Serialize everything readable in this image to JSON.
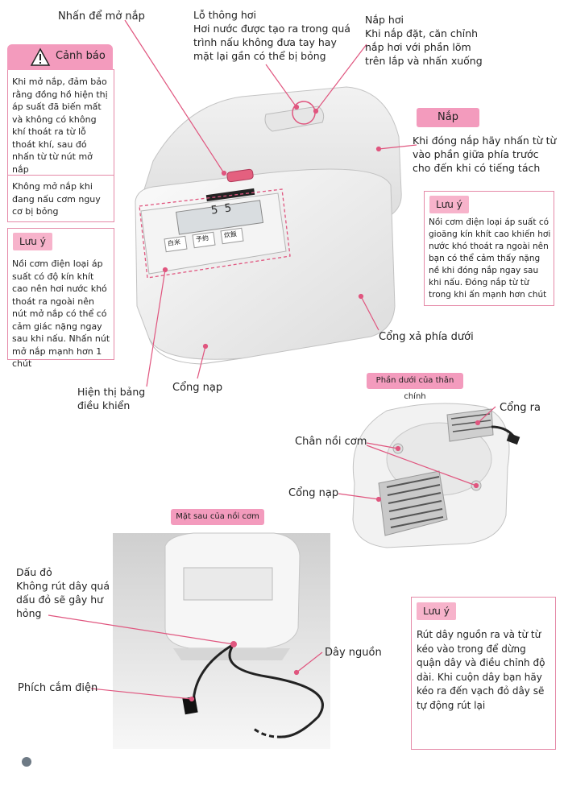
{
  "labels": {
    "open_lid": "Nhấn để mở nắp",
    "steam_vent_title": "Lỗ thông hơi",
    "steam_vent_desc": "Hơi nước được tạo ra trong quá trình nấu không đưa tay hay mặt lại gần có thể bị bỏng",
    "steam_cap_title": "Nắp hơi",
    "steam_cap_desc": "Khi nắp đặt, căn chỉnh nắp hơi với phần lõm trên lắp và nhấn xuống",
    "lid_tag": "Nắp",
    "lid_desc": "Khi đóng nắp hãy nhấn từ từ vào phần giữa phía trước cho đến khi có tiếng tách",
    "bottom_exhaust": "Cổng xả phía dưới",
    "control_panel": "Hiện thị bảng điều khiển",
    "intake_port": "Cổng nạp",
    "bottom_body_tag": "Phần dưới của thân chính",
    "outlet_port": "Cổng ra",
    "cooker_feet": "Chân nồi cơm",
    "intake_port_bottom": "Cổng nạp",
    "back_tag": "Mặt sau của nồi cơm",
    "red_mark_title": "Dấu đỏ",
    "red_mark_desc": "Không rút dây quá dấu đỏ sẽ gây hư hỏng",
    "power_cord": "Dây nguồn",
    "plug": "Phích cắm điện"
  },
  "warning_box": {
    "title": "Cảnh báo",
    "text1": "Khi mở nắp, đảm bảo rằng đồng hồ hiện thị áp suất đã biến mất và không có không khí thoát ra từ lỗ thoát khí, sau đó nhấn từ từ nút mở nắp",
    "text2": "Không mở nắp khi đang nấu cơm nguy cơ bị bỏng"
  },
  "note_left": {
    "title": "Lưu ý",
    "text": "Nồi cơm điện loại áp suất có độ kín khít cao nên hơi nước khó thoát ra ngoài nên nút mở nắp có thể có cảm giác nặng ngay sau khi nấu. Nhấn nút mở nắp mạnh hơn 1 chút"
  },
  "note_right": {
    "title": "Lưu ý",
    "text": "Nồi cơm điện loại áp suất có gioăng kín khít cao khiến hơi nước khó thoát ra ngoài nên bạn có thể cảm thấy nặng nề khi đóng nắp ngay sau khi nấu. Đóng nắp từ từ trong khi ấn mạnh hơn chút"
  },
  "note_bottom": {
    "title": "Lưu ý",
    "text": "Rút dây nguồn ra và từ từ kéo vào trong để dừng quận dây và điều chỉnh độ dài. Khi cuộn dây bạn hãy kéo ra đến vạch đỏ dây sẽ tự động rút lại"
  },
  "cooker_panel": {
    "display_text": "5 5",
    "btn1": "白米",
    "btn2": "予約",
    "btn3": "炊飯"
  },
  "colors": {
    "pink_accent": "#f39bbd",
    "pink_line": "#e0567f",
    "box_border": "#e58aa8"
  }
}
